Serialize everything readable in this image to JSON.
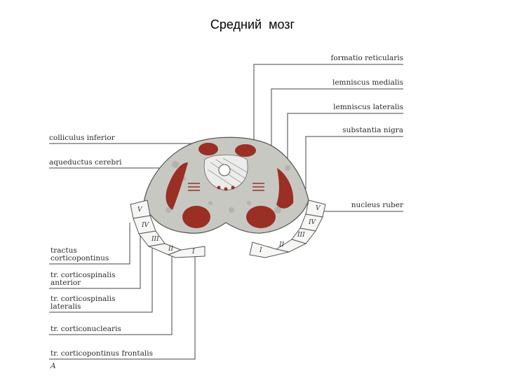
{
  "title": "Средний  мозг",
  "labels_right": {
    "formatio_reticularis": "formatio reticularis",
    "lemniscus_medialis": "lemniscus medialis",
    "lemniscus_lateralis": "lemniscus lateralis",
    "substantia_nigra": "substantia nigra",
    "nucleus_ruber": "nucleus ruber"
  },
  "labels_left": {
    "colliculus_inferior": "colliculus inferior",
    "aqueductus_cerebri": "aqueductus cerebri",
    "tractus_corticopontinus_1": "tractus",
    "tractus_corticopontinus_2": "corticopontinus",
    "tr_corticospinalis_anterior_1": "tr. corticospinalis",
    "tr_corticospinalis_anterior_2": "anterior",
    "tr_corticospinalis_lateralis_1": "tr. corticospinalis",
    "tr_corticospinalis_lateralis_2": "lateralis",
    "tr_corticonuclearis": "tr. corticonuclearis",
    "tr_corticopontinus_frontalis": "tr. corticopontinus frontalis",
    "figure_letter": "A"
  },
  "section_numerals": {
    "left": [
      "V",
      "IV",
      "III",
      "II",
      "I"
    ],
    "right": [
      "V",
      "IV",
      "III",
      "II",
      "I"
    ]
  },
  "colors": {
    "tissue_red": "#9a2f25",
    "tissue_gray": "#c9c9c5",
    "leader_line": "#444444",
    "tissue_outline": "#555555"
  }
}
